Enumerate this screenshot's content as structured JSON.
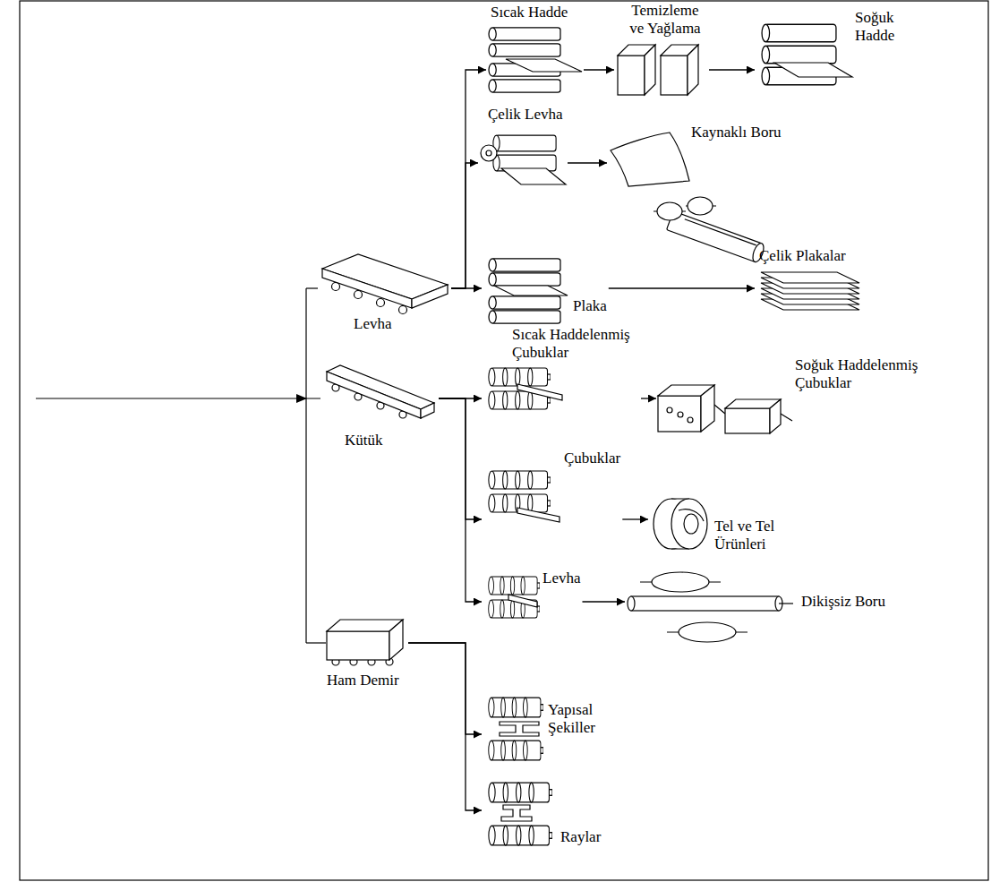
{
  "diagram": {
    "nodes": [
      {
        "text": [
          "Levha"
        ]
      },
      {
        "text": [
          "Sıcak Hadde"
        ]
      },
      {
        "text": [
          "Temizleme ve Yağlama"
        ]
      },
      {
        "text": [
          "Soğuk Hadde"
        ]
      },
      {
        "text": [
          "Çelik Levha"
        ]
      },
      {
        "text": [
          "Kaynaklı Boru"
        ]
      },
      {
        "text": [
          "Plaka"
        ]
      },
      {
        "text": [
          "Çelik Plakalar"
        ]
      },
      {
        "text": [
          "Kütük"
        ]
      },
      {
        "text": [
          "Sıcak Haddelenmiş Çubuklar"
        ]
      },
      {
        "text": [
          "Soğuk Haddelenmiş Çubuklar"
        ]
      },
      {
        "text": [
          "Çubuklar"
        ]
      },
      {
        "text": [
          "Tel ve Tel Ürünleri"
        ]
      },
      {
        "text": [
          "Levha"
        ]
      },
      {
        "text": [
          "Dikişsiz Boru"
        ]
      },
      {
        "text": [
          "Ham Demir"
        ]
      },
      {
        "text": [
          "Yapısal Şekiller"
        ]
      },
      {
        "text": [
          "Raylar"
        ]
      }
    ],
    "edges": [
      {
        "from": 0,
        "to": 1,
        "arrow": "to"
      },
      {
        "from": 0,
        "to": 4,
        "arrow": "to"
      },
      {
        "from": 0,
        "to": 6,
        "arrow": "to"
      },
      {
        "from": 1,
        "to": 2,
        "arrow": "to"
      },
      {
        "from": 2,
        "to": 3,
        "arrow": "to"
      },
      {
        "from": 4,
        "to": 5,
        "arrow": "to"
      },
      {
        "from": 6,
        "to": 7,
        "arrow": "to"
      },
      {
        "from": 8,
        "to": 9,
        "arrow": "to"
      },
      {
        "from": 8,
        "to": 11,
        "arrow": "to"
      },
      {
        "from": 8,
        "to": 13,
        "arrow": "to"
      },
      {
        "from": 9,
        "to": 10,
        "arrow": "to"
      },
      {
        "from": 11,
        "to": 12,
        "arrow": "to"
      },
      {
        "from": 13,
        "to": 14,
        "arrow": "to"
      },
      {
        "from": 15,
        "to": 16,
        "arrow": "to"
      },
      {
        "from": 15,
        "to": 17,
        "arrow": "to"
      }
    ]
  }
}
